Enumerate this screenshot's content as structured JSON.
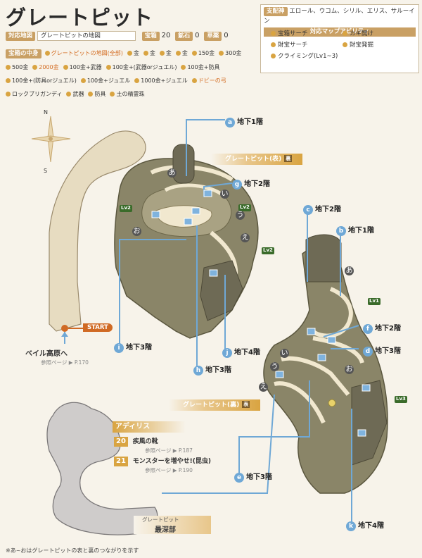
{
  "title": "グレートピット",
  "header": {
    "area_map_label": "対応地図",
    "area_map_value": "グレートピットの地図",
    "chest_label": "宝箱",
    "chest_count": "20",
    "stone_label": "鉱石",
    "stone_count": "0",
    "bush_label": "草薬",
    "bush_count": "0",
    "contents_label": "宝箱の中身",
    "contents": [
      {
        "text": "グレートピットの地図(全部)",
        "accent": true
      },
      {
        "text": "金",
        "accent": false
      },
      {
        "text": "金",
        "accent": false
      },
      {
        "text": "金",
        "accent": false
      },
      {
        "text": "金",
        "accent": false
      },
      {
        "text": "150金",
        "accent": false
      },
      {
        "text": "300金",
        "accent": false
      },
      {
        "text": "500金",
        "accent": false
      },
      {
        "text": "2000金",
        "accent": true
      },
      {
        "text": "100金+武器",
        "accent": false
      },
      {
        "text": "100金+(武器orジュエル)",
        "accent": false
      },
      {
        "text": "100金+防具",
        "accent": false
      },
      {
        "text": "100金+(防具orジュエル)",
        "accent": false
      },
      {
        "text": "100金+ジュエル",
        "accent": false
      },
      {
        "text": "1000金+ジュエル",
        "accent": false
      },
      {
        "text": "ドビーの弓",
        "accent": true
      },
      {
        "text": "ロックブリガンディ",
        "accent": false
      },
      {
        "text": "武器",
        "accent": false
      },
      {
        "text": "防具",
        "accent": false
      },
      {
        "text": "土の精霊珠",
        "accent": false
      }
    ]
  },
  "right_box": {
    "shihai_label": "支配神",
    "shihai_value": "エロール、ウコム、シリル、エリス、サルーイン",
    "ability_header": "対応マップアビリティ",
    "abilities": [
      "宝箱サーチ",
      "カギ開け",
      "財宝サーチ",
      "財宝発掘",
      "クライミング(Lv1~3)"
    ]
  },
  "compass": {
    "n": "N",
    "s": "S"
  },
  "surface": {
    "banner": "グレートピット(表)",
    "ura_mark": "裏",
    "exits": [
      {
        "letter": "a",
        "text": "地下1階"
      },
      {
        "letter": "g",
        "text": "地下2階"
      },
      {
        "letter": "i",
        "text": "地下3階"
      },
      {
        "letter": "j",
        "text": "地下4階"
      },
      {
        "letter": "h",
        "text": "地下3階"
      }
    ],
    "marks": [
      "あ",
      "い",
      "う",
      "え",
      "お"
    ],
    "climb_levels": [
      "Lv2",
      "Lv2",
      "Lv2"
    ]
  },
  "start_label": "START",
  "bale_exit": "ベイル高原へ",
  "bale_ref": "参照ページ ▶ P.170",
  "underside": {
    "banner": "グレートピット(裏)",
    "ura_mark": "表",
    "exits": [
      {
        "letter": "c",
        "text": "地下2階"
      },
      {
        "letter": "b",
        "text": "地下1階"
      },
      {
        "letter": "f",
        "text": "地下2階"
      },
      {
        "letter": "d",
        "text": "地下3階"
      },
      {
        "letter": "e",
        "text": "地下3階"
      },
      {
        "letter": "k",
        "text": "地下4階"
      }
    ],
    "marks": [
      "あ",
      "い",
      "う",
      "え",
      "お"
    ],
    "climb_levels": [
      "Lv1",
      "Lv3"
    ]
  },
  "adirisu": {
    "title": "アディリス",
    "quests": [
      {
        "num": "20",
        "name": "疾風の靴",
        "ref": "参照ページ ▶ P.187"
      },
      {
        "num": "21",
        "name": "モンスターを増やせ!(昆虫)",
        "ref": "参照ページ ▶ P.190"
      }
    ]
  },
  "deepest": {
    "sub": "グレートピット",
    "name": "最深部"
  },
  "footnote": "※あ~おはグレートピットの表と裏のつながりを示す"
}
